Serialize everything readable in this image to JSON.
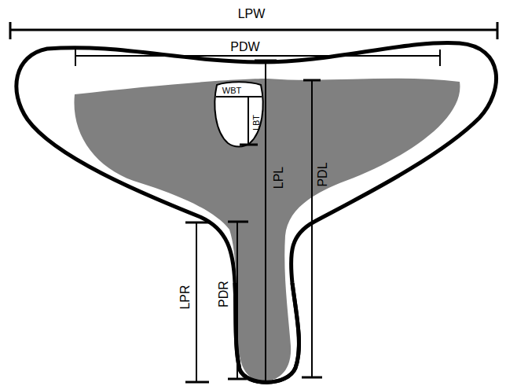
{
  "diagram": {
    "labels": [
      "LPW",
      "PDW",
      "WBT",
      "LBT",
      "LPL",
      "PDL",
      "LPR",
      "PDR"
    ]
  }
}
